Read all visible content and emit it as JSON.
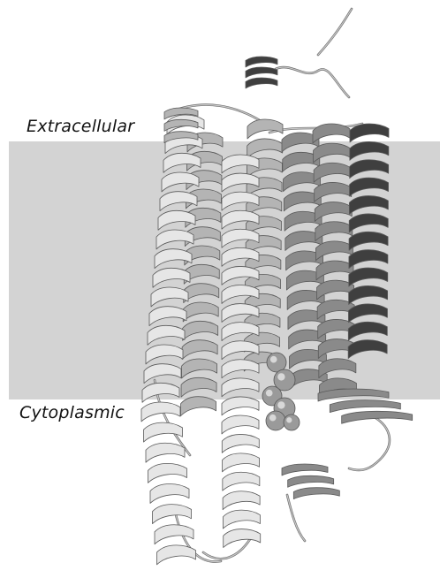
{
  "labels": {
    "extracellular": "Extracellular",
    "cytoplasmic": "Cytoplasmic"
  },
  "colors": {
    "membrane": "#d3d3d3",
    "helix_light": "#e6e6e6",
    "helix_mid": "#b4b4b4",
    "helix_medium_dark": "#8a8a8a",
    "helix_dark": "#3f3f3f",
    "outline": "#5a5a5a",
    "ligand": "#9a9a9a"
  },
  "structure": {
    "transmembrane_helices": [
      {
        "name": "helix-1",
        "shade": "helix_light"
      },
      {
        "name": "helix-2",
        "shade": "helix_light"
      },
      {
        "name": "helix-3",
        "shade": "helix_mid"
      },
      {
        "name": "helix-4",
        "shade": "helix_mid"
      },
      {
        "name": "helix-5",
        "shade": "helix_medium_dark"
      },
      {
        "name": "helix-6",
        "shade": "helix_medium_dark"
      },
      {
        "name": "helix-7",
        "shade": "helix_dark"
      }
    ],
    "extracellular_helix_shade": "helix_dark",
    "cytoplasmic_helix_shade": "helix_medium_dark"
  }
}
